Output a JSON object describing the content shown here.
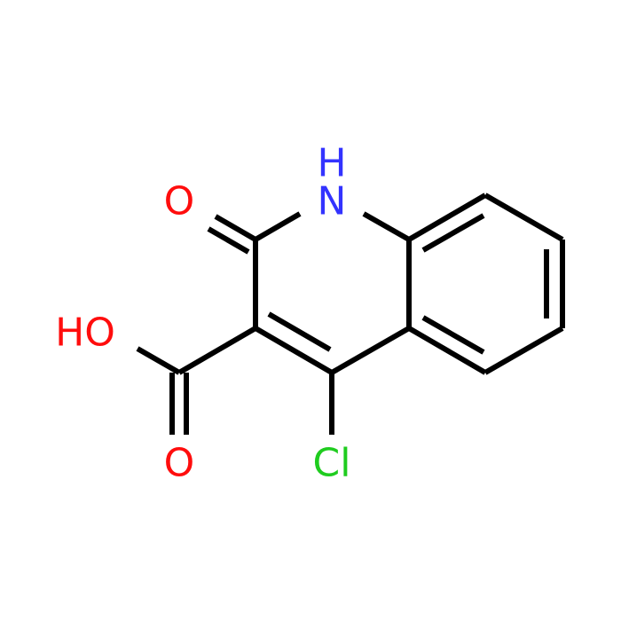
{
  "molecule": {
    "atoms": [
      {
        "id": "N1",
        "label": "H",
        "color": "#3333ff",
        "name": "nh-hydrogen-label"
      },
      {
        "id": "N1b",
        "label": "N",
        "color": "#3333ff",
        "name": "nh-nitrogen-label"
      },
      {
        "id": "O2",
        "label": "O",
        "color": "#ff0d0d",
        "name": "carbonyl-oxygen-label"
      },
      {
        "id": "OH",
        "label": "HO",
        "color": "#ff0d0d",
        "name": "hydroxyl-label"
      },
      {
        "id": "O3",
        "label": "O",
        "color": "#ff0d0d",
        "name": "carboxyl-oxygen-label"
      },
      {
        "id": "Cl",
        "label": "Cl",
        "color": "#1fcc1f",
        "name": "chlorine-label"
      }
    ],
    "bond_color": "#000000"
  }
}
